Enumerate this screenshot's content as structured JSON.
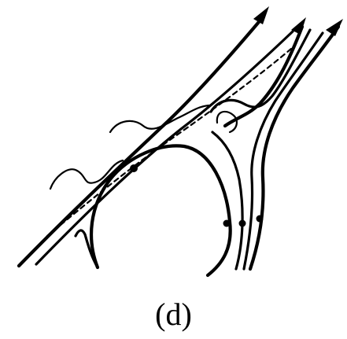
{
  "figure": {
    "caption": "(d)"
  },
  "colors": {
    "ink": "#000000",
    "background": "#ffffff"
  },
  "elements": {
    "field_lines": [
      "left-outer-line",
      "left-inner-line",
      "dashed-line",
      "upper-right-line",
      "far-right-line"
    ],
    "loop": "closed-arch-loop",
    "markers": [
      "direction-dot-left",
      "direction-dot-right-1",
      "direction-dot-right-2",
      "direction-dot-right-3"
    ]
  }
}
